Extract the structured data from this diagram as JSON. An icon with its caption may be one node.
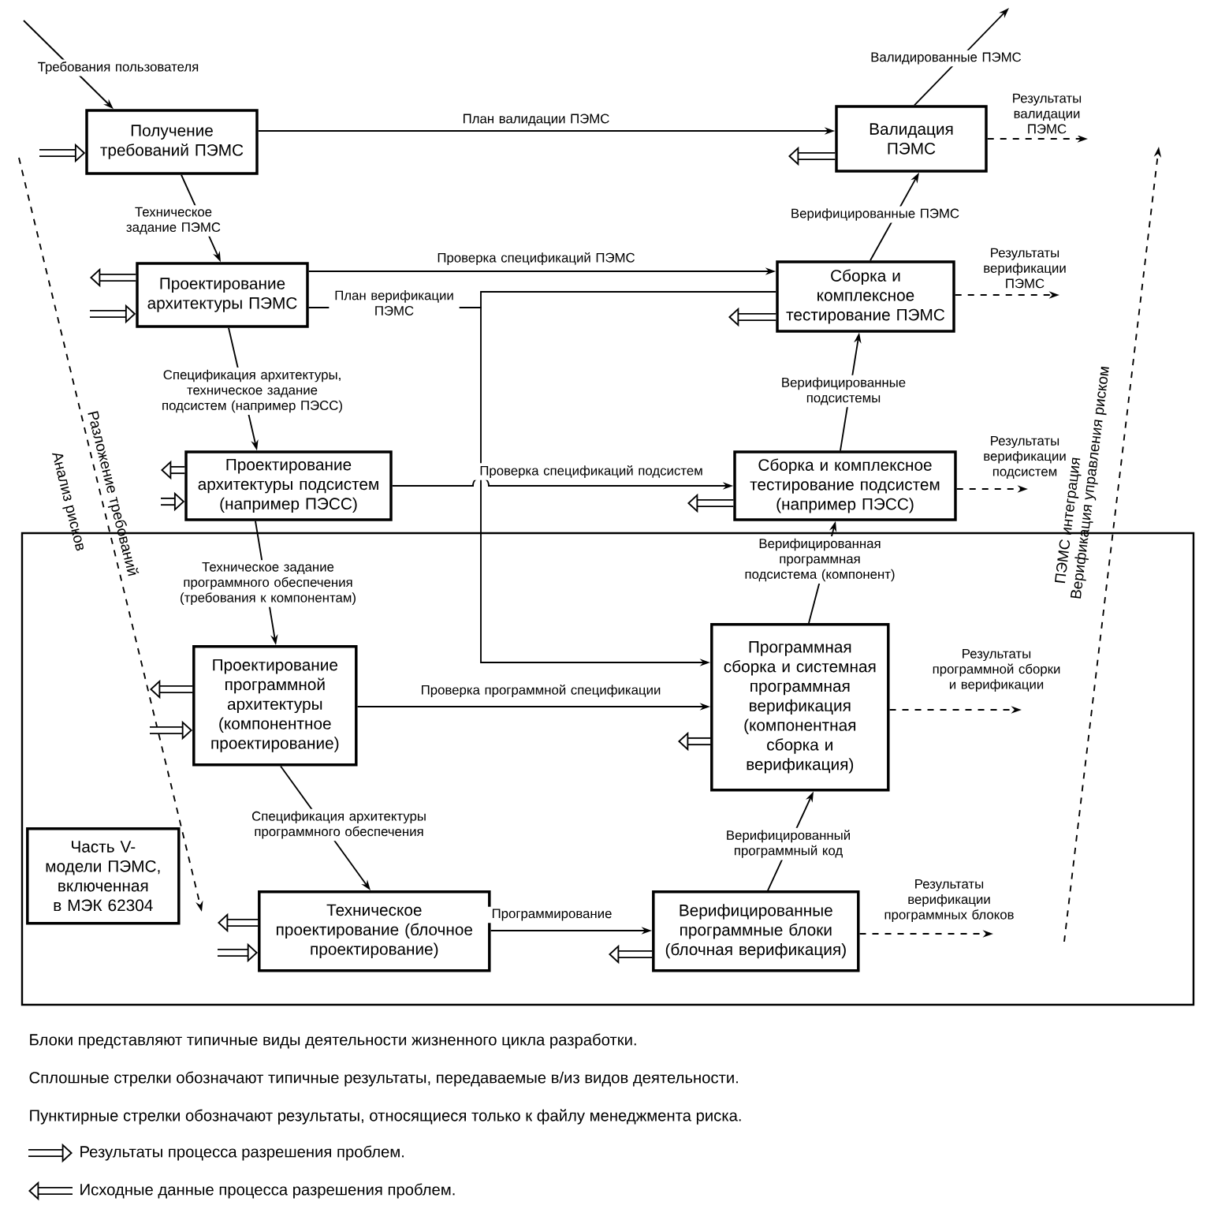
{
  "diagram": {
    "nodes": [
      {
        "text": [],
        "shape": "box"
      },
      {
        "text": [
          "Получение требований ПЭМС"
        ]
      },
      {
        "text": [
          "Валидация ПЭМС"
        ]
      },
      {
        "text": [
          "Проектирование архитектуры ПЭМС"
        ]
      },
      {
        "text": [
          "Сборка и комплексное тестирование ПЭМС"
        ]
      },
      {
        "text": [
          "Проектирование архитектуры подсистем (например ПЭСС)"
        ]
      },
      {
        "text": [
          "Сборка и комплексное тестирование подсистем (например ПЭСС)"
        ]
      },
      {
        "text": [
          "Проектирование программной архитектуры (компонентное проектирование)"
        ],
        "in": 0
      },
      {
        "text": [
          "Программная сборка и системная программная верификация (компонентная сборка и верификация)"
        ],
        "in": 0
      },
      {
        "text": [
          "Часть V-модели ПЭМС, включенная в МЭК 62304"
        ],
        "in": 0
      },
      {
        "text": [
          "Техническое проектирование (блочное проектирование)"
        ],
        "in": 0
      },
      {
        "text": [
          "Верифицированные программные блоки (блочная верификация)"
        ],
        "in": 0
      }
    ],
    "edges": [
      {
        "from": null,
        "to": 1,
        "arrow": "to",
        "label": "Требования пользователя"
      },
      {
        "from": 1,
        "to": 2,
        "arrow": "to",
        "label": "План валидации ПЭМС"
      },
      {
        "from": 2,
        "to": null,
        "arrow": "to",
        "label": "Валидированные ПЭМС"
      },
      {
        "from": 2,
        "to": null,
        "arrow": "to",
        "style": "dashed",
        "label": "Результаты валидации ПЭМС"
      },
      {
        "from": 1,
        "to": 3,
        "arrow": "to",
        "label": "Техническое задание ПЭМС"
      },
      {
        "from": 3,
        "to": 4,
        "arrow": "to",
        "label": "Проверка спецификаций ПЭМС"
      },
      {
        "from": 3,
        "to": 4,
        "arrow": "none",
        "label": "План верификации ПЭМС"
      },
      {
        "from": 3,
        "to": 8,
        "arrow": "to"
      },
      {
        "from": 4,
        "to": 2,
        "arrow": "to",
        "label": "Верифицированные ПЭМС"
      },
      {
        "from": 4,
        "to": null,
        "arrow": "to",
        "style": "dashed",
        "label": "Результаты верификации ПЭМС"
      },
      {
        "from": 3,
        "to": 5,
        "arrow": "to",
        "label": "Спецификация архитектуры, техническое задание подсистем (например ПЭСС)"
      },
      {
        "from": 5,
        "to": 6,
        "arrow": "to",
        "label": "Проверка спецификаций подсистем"
      },
      {
        "from": 6,
        "to": 4,
        "arrow": "to",
        "label": "Верифицированные подсистемы"
      },
      {
        "from": 6,
        "to": null,
        "arrow": "to",
        "style": "dashed",
        "label": "Результаты верификации подсистем"
      },
      {
        "from": 5,
        "to": 7,
        "arrow": "to",
        "label": "Техническое задание программного обеспечения (требования к компонентам)"
      },
      {
        "from": 8,
        "to": 6,
        "arrow": "to",
        "label": "Верифицированная программная подсистема (компонент)"
      },
      {
        "from": 7,
        "to": 8,
        "arrow": "to",
        "label": "Проверка программной спецификации"
      },
      {
        "from": 8,
        "to": null,
        "arrow": "to",
        "style": "dashed",
        "label": "Результаты программной сборки и верификации"
      },
      {
        "from": 7,
        "to": 10,
        "arrow": "to",
        "label": "Спецификация архитектуры программного обеспечения"
      },
      {
        "from": 10,
        "to": 11,
        "arrow": "to",
        "label": "Программирование"
      },
      {
        "from": 11,
        "to": 8,
        "arrow": "to",
        "label": "Верифицированный программный код"
      },
      {
        "from": 11,
        "to": null,
        "arrow": "to",
        "style": "dashed",
        "label": "Результаты верификации программных блоков"
      },
      {
        "from": null,
        "to": 1,
        "arrow": "to",
        "style": "thick"
      },
      {
        "from": 3,
        "to": null,
        "arrow": "to",
        "style": "thick"
      },
      {
        "from": null,
        "to": 3,
        "arrow": "to",
        "style": "thick"
      },
      {
        "from": 2,
        "to": null,
        "arrow": "to",
        "style": "thick"
      },
      {
        "from": 4,
        "to": null,
        "arrow": "to",
        "style": "thick"
      },
      {
        "from": 5,
        "to": null,
        "arrow": "to",
        "style": "thick"
      },
      {
        "from": null,
        "to": 5,
        "arrow": "to",
        "style": "thick"
      },
      {
        "from": 6,
        "to": null,
        "arrow": "to",
        "style": "thick"
      },
      {
        "from": 7,
        "to": null,
        "arrow": "to",
        "style": "thick"
      },
      {
        "from": null,
        "to": 7,
        "arrow": "to",
        "style": "thick"
      },
      {
        "from": 8,
        "to": null,
        "arrow": "to",
        "style": "thick"
      },
      {
        "from": 10,
        "to": null,
        "arrow": "to",
        "style": "thick"
      },
      {
        "from": null,
        "to": 10,
        "arrow": "to",
        "style": "thick"
      },
      {
        "from": 11,
        "to": null,
        "arrow": "to",
        "style": "thick"
      }
    ],
    "labels": [
      "Разложение требований",
      "Анализ рисков",
      "ПЭМС интеграция",
      "Верификация управления риском",
      "Блоки представляют типичные виды деятельности жизненного цикла разработки.",
      "Сплошные стрелки обозначают типичные результаты, передаваемые в/из видов деятельности.",
      "Пунктирные стрелки обозначают результаты, относящиеся только к файлу менеджмента риска."
    ],
    "legend": [
      {
        "text": "Результаты процесса разрешения проблем."
      },
      {
        "text": "Исходные данные процесса разрешения проблем."
      }
    ]
  }
}
